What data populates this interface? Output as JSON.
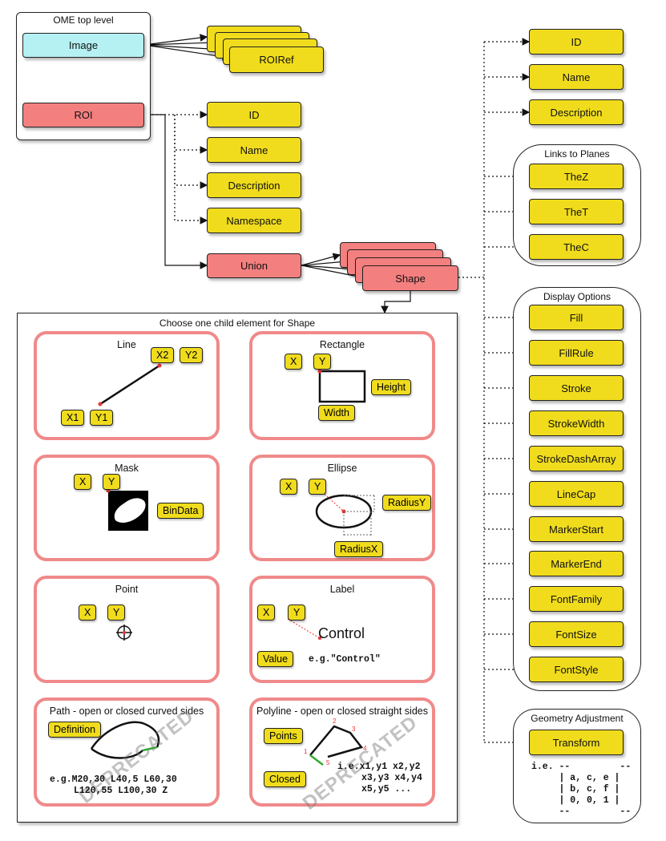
{
  "top_level": {
    "title": "OME top level",
    "image": "Image",
    "roi": "ROI"
  },
  "roiref": "ROIRef",
  "roi_children": [
    "ID",
    "Name",
    "Description",
    "Namespace"
  ],
  "union": "Union",
  "shape": "Shape",
  "shape_children": {
    "top": [
      "ID",
      "Name",
      "Description"
    ],
    "planes": {
      "title": "Links to Planes",
      "items": [
        "TheZ",
        "TheT",
        "TheC"
      ]
    },
    "display": {
      "title": "Display Options",
      "items": [
        "Fill",
        "FillRule",
        "Stroke",
        "StrokeWidth",
        "StrokeDashArray",
        "LineCap",
        "MarkerStart",
        "MarkerEnd",
        "FontFamily",
        "FontSize",
        "FontStyle"
      ]
    },
    "geometry": {
      "title": "Geometry Adjustment",
      "transform": "Transform",
      "matrix": [
        "i.e. --         --",
        "     | a, c, e |",
        "     | b, c, f |",
        "     | 0, 0, 1 |",
        "     --         --"
      ]
    }
  },
  "choose": {
    "title": "Choose one child element for Shape",
    "line": {
      "title": "Line",
      "x1": "X1",
      "y1": "Y1",
      "x2": "X2",
      "y2": "Y2"
    },
    "rectangle": {
      "title": "Rectangle",
      "x": "X",
      "y": "Y",
      "height": "Height",
      "width": "Width"
    },
    "mask": {
      "title": "Mask",
      "x": "X",
      "y": "Y",
      "bindata": "BinData"
    },
    "ellipse": {
      "title": "Ellipse",
      "x": "X",
      "y": "Y",
      "radiusy": "RadiusY",
      "radiusx": "RadiusX"
    },
    "point": {
      "title": "Point",
      "x": "X",
      "y": "Y"
    },
    "label": {
      "title": "Label",
      "x": "X",
      "y": "Y",
      "control": "Control",
      "value": "Value",
      "example": "e.g.\"Control\""
    },
    "path": {
      "title": "Path - open or closed curved sides",
      "definition": "Definition",
      "example1": "e.g.M20,30 L40,5 L60,30",
      "example2": "L120,55 L100,30 Z",
      "deprecated": "DEPRECATED"
    },
    "polyline": {
      "title": "Polyline - open or closed straight sides",
      "points": "Points",
      "closed": "Closed",
      "example1": "i.e.x1,y1 x2,y2",
      "example2": "x3,y3 x4,y4",
      "example3": "x5,y5 ...",
      "deprecated": "DEPRECATED",
      "vertex_labels": [
        "1",
        "2",
        "3",
        "4",
        "5"
      ]
    }
  }
}
